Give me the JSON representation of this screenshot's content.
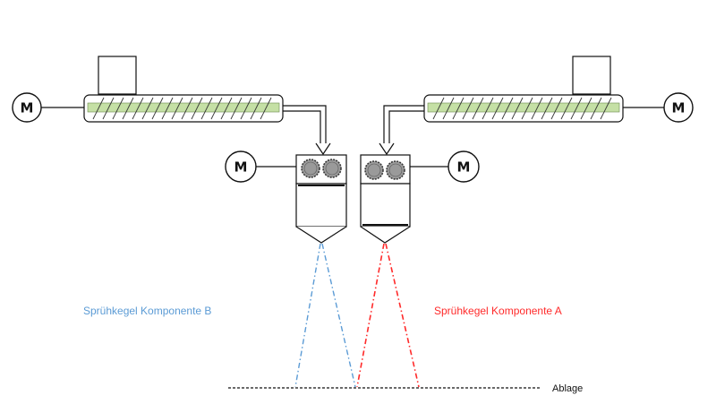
{
  "motors": [
    {
      "id": "left-extruder-motor",
      "label": "M"
    },
    {
      "id": "left-head-motor",
      "label": "M"
    },
    {
      "id": "right-head-motor",
      "label": "M"
    },
    {
      "id": "right-extruder-motor",
      "label": "M"
    }
  ],
  "labels": {
    "spray_cone_b": "Sprühkegel Komponente B",
    "spray_cone_a": "Sprühkegel Komponente A",
    "deposit": "Ablage"
  },
  "colors": {
    "component_b": "#5b9bd5",
    "component_a": "#ff2a2a",
    "screw_fill": "#c5e0a5",
    "gear_fill": "#9a9a9a",
    "line": "#111111"
  },
  "icons": {
    "motor": "circle-with-letter",
    "screw": "hatched-screw-conveyor",
    "gear": "cog-wheel"
  }
}
